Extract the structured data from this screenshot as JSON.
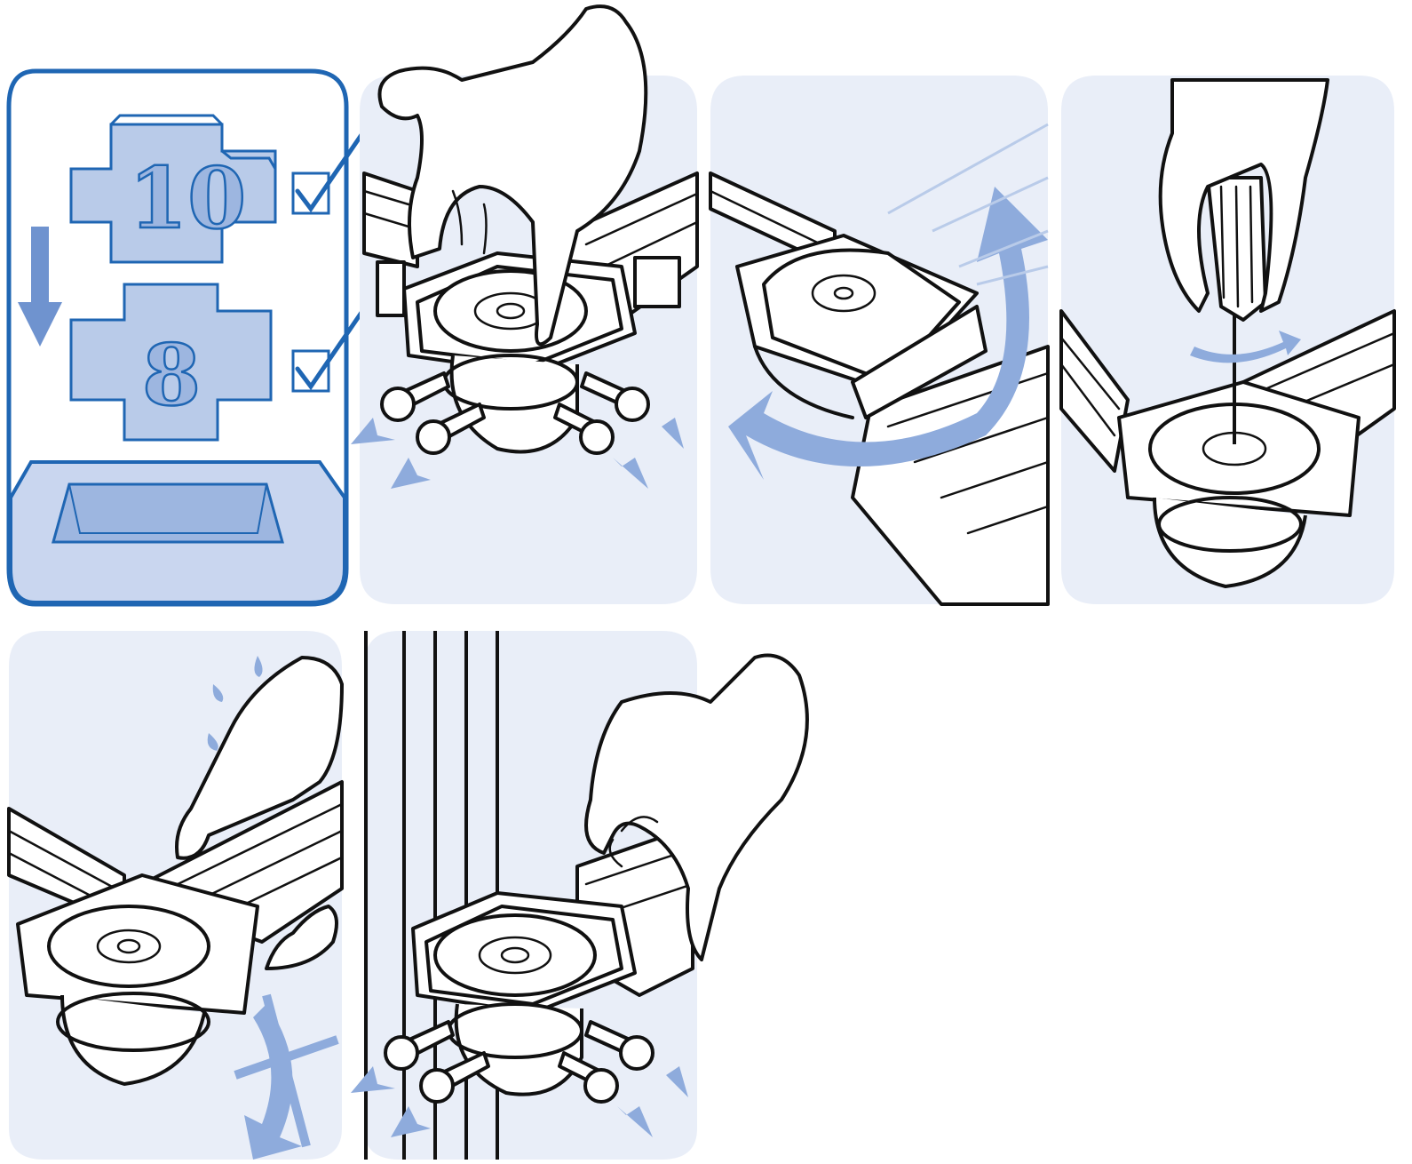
{
  "steps": [
    {
      "id": "size-check",
      "numbers": [
        "10",
        "8"
      ],
      "checks": 2
    },
    {
      "id": "insert-bolts"
    },
    {
      "id": "swivel"
    },
    {
      "id": "tighten-screw"
    },
    {
      "id": "no-rotation"
    },
    {
      "id": "insert-bolts-vertical"
    }
  ],
  "colors": {
    "panel": "#e9eef8",
    "accent": "#1f66b3",
    "arrow": "#8eabdc",
    "ink": "#111111"
  }
}
